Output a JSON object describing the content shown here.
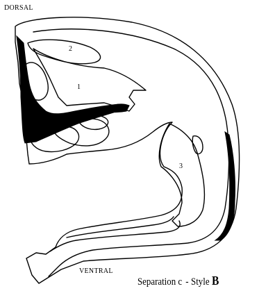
{
  "labels": {
    "dorsal": "DORSAL",
    "ventral": "VENTRAL",
    "region_1": "1",
    "region_2": "2",
    "region_3": "3"
  },
  "caption": {
    "text": "Separation c",
    "dash": "-",
    "style_prefix": "Style",
    "style_letter": "B"
  },
  "colors": {
    "ink": "#000000",
    "paper": "#ffffff"
  }
}
